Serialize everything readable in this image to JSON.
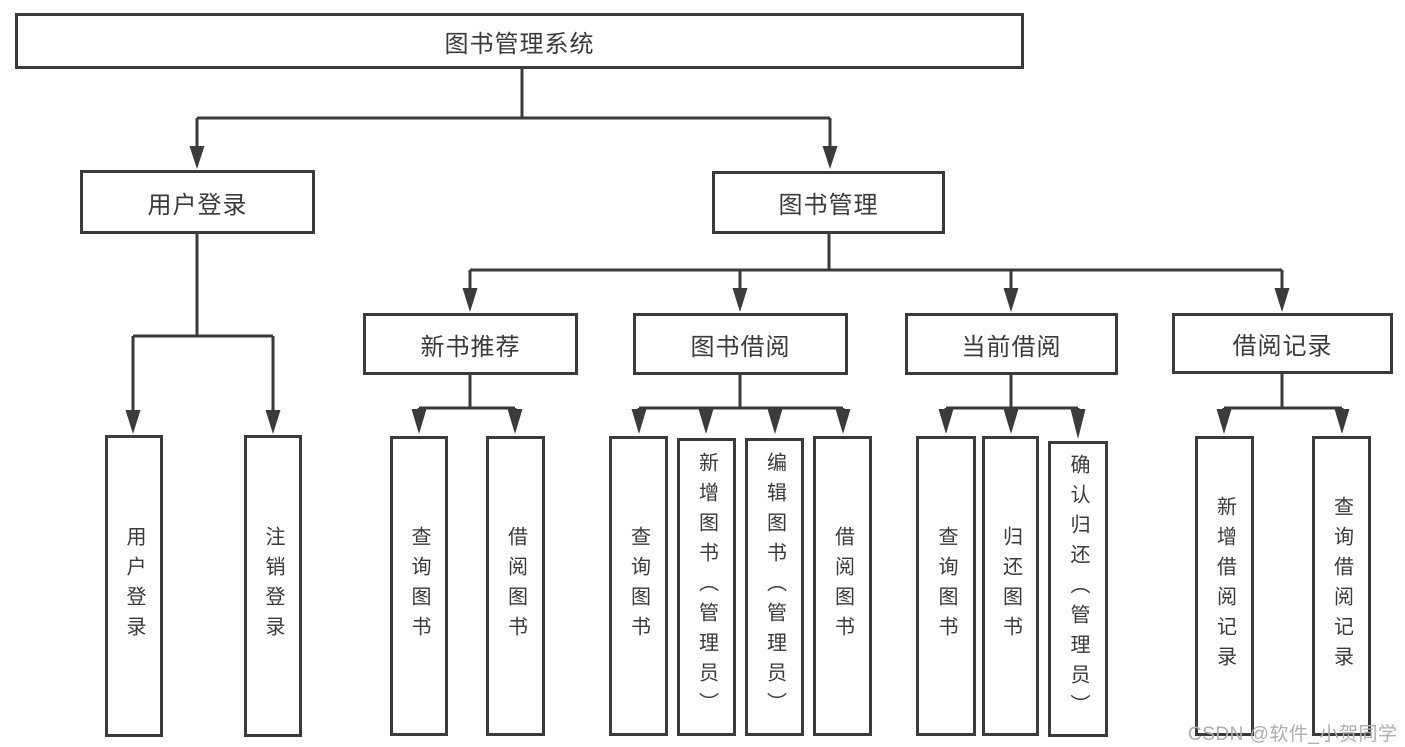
{
  "diagram": {
    "root": {
      "label": "图书管理系统"
    },
    "branches": [
      {
        "label": "用户登录",
        "leaves": [
          {
            "label": "用户登录"
          },
          {
            "label": "注销登录"
          }
        ]
      },
      {
        "label": "图书管理",
        "children": [
          {
            "label": "新书推荐",
            "leaves": [
              {
                "label": "查询图书"
              },
              {
                "label": "借阅图书"
              }
            ]
          },
          {
            "label": "图书借阅",
            "leaves": [
              {
                "label": "查询图书"
              },
              {
                "label": "新增图书（管理员）"
              },
              {
                "label": "编辑图书（管理员）"
              },
              {
                "label": "借阅图书"
              }
            ]
          },
          {
            "label": "当前借阅",
            "leaves": [
              {
                "label": "查询图书"
              },
              {
                "label": "归还图书"
              },
              {
                "label": "确认归还（管理员）"
              }
            ]
          },
          {
            "label": "借阅记录",
            "leaves": [
              {
                "label": "新增借阅记录"
              },
              {
                "label": "查询借阅记录"
              }
            ]
          }
        ]
      }
    ],
    "watermark": "CSDN @软件_小贺同学",
    "colors": {
      "line": "#3b3b3d",
      "text": "#3a3a3c",
      "box_background": "#ffffff",
      "page_background": "#ffffff",
      "watermark": "#aeafb2"
    }
  }
}
